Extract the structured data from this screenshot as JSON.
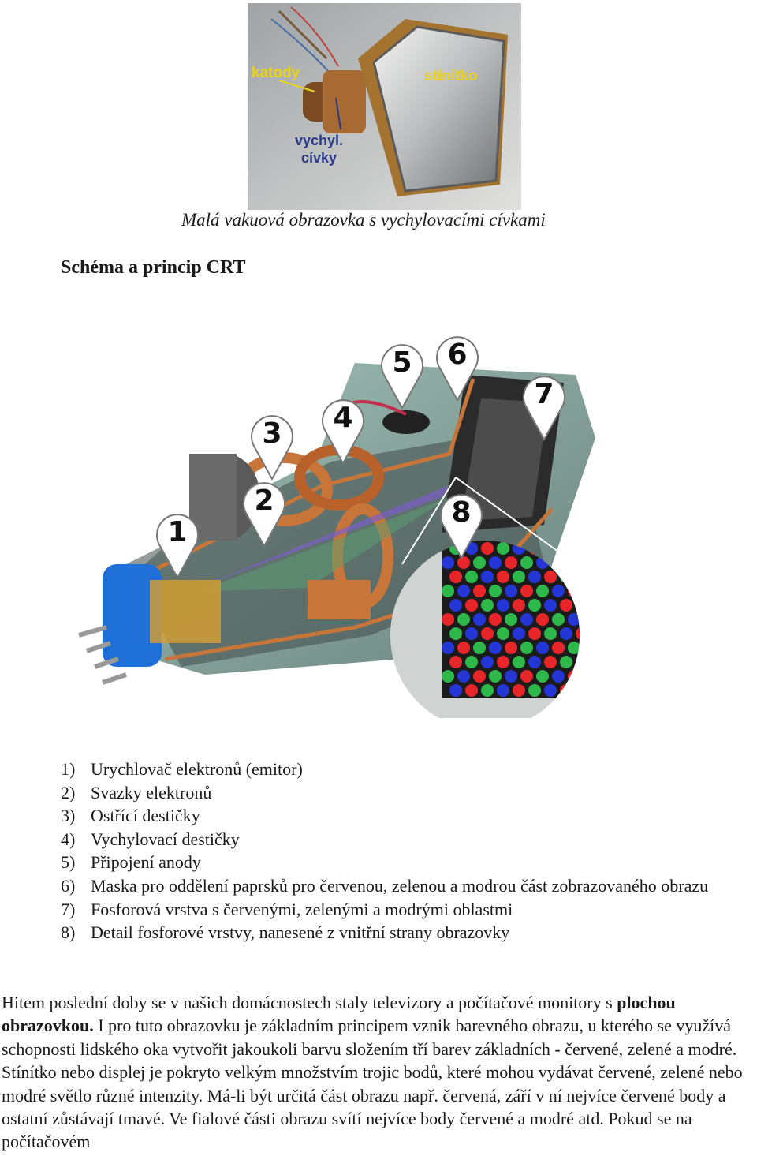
{
  "photo": {
    "labels": {
      "cathodes": "katody",
      "screen": "stínítko",
      "coils_1": "vychyl.",
      "coils_2": "cívky"
    }
  },
  "caption": "Malá vakuová obrazovka s vychylovacími cívkami",
  "heading": "Schéma a princip CRT",
  "diagram": {
    "markers": [
      "1",
      "2",
      "3",
      "4",
      "5",
      "6",
      "7",
      "8"
    ]
  },
  "legend": [
    {
      "num": "1)",
      "text": "Urychlovač elektronů (emitor)"
    },
    {
      "num": "2)",
      "text": "Svazky elektronů"
    },
    {
      "num": "3)",
      "text": "Ostřící destičky"
    },
    {
      "num": "4)",
      "text": "Vychylovací destičky"
    },
    {
      "num": "5)",
      "text": "Připojení anody"
    },
    {
      "num": "6)",
      "text": "Maska pro oddělení paprsků pro červenou, zelenou a modrou část zobrazovaného obrazu"
    },
    {
      "num": "7)",
      "text": "Fosforová vrstva s červenými, zelenými a modrými oblastmi"
    },
    {
      "num": "8)",
      "text": "Detail fosforové vrstvy, nanesené z vnitřní strany obrazovky"
    }
  ],
  "body": {
    "before_bold": "Hitem poslední doby se v našich domácnostech staly televizory a počítačové monitory s ",
    "bold": "plochou obrazovkou.",
    "after_bold": " I pro tuto obrazovku je základním principem vznik barevného obrazu, u kterého se využívá schopnosti lidského oka vytvořit jakoukoli barvu složením tří barev základních - červené, zelené a modré. Stínítko nebo displej je pokryto velkým množstvím trojic bodů, které mohou vydávat červené, zelené nebo modré světlo různé intenzity. Má-li být určitá část obrazu např. červená, září v ní nejvíce červené body a ostatní zůstávají tmavé. Ve fialové části obrazu svítí nejvíce body červené a modré atd. Pokud se na počítačovém"
  },
  "colors": {
    "phosphor_red": "#e8262a",
    "phosphor_green": "#2fb84a",
    "phosphor_blue": "#2436d6",
    "copper": "#c8753a",
    "tube_glass": "#6d8f86"
  }
}
